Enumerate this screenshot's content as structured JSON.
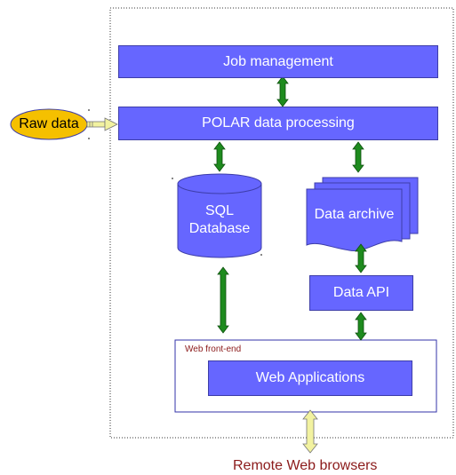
{
  "diagram": {
    "nodes": {
      "job_management": "Job management",
      "polar_processing": "POLAR data processing",
      "raw_data": "Raw data",
      "sql_database_line1": "SQL",
      "sql_database_line2": "Database",
      "data_archive": "Data archive",
      "data_api": "Data API",
      "web_frontend": "Web front-end",
      "web_applications": "Web Applications",
      "remote_browsers": "Remote Web browsers"
    },
    "colors": {
      "box_fill": "#6666ff",
      "arrow_green": "#1e8b1e",
      "arrow_yellow": "#f2f2a0",
      "oval_fill": "#f5c000",
      "label_red": "#8b1a1a",
      "frontend_border": "#3333aa"
    }
  }
}
